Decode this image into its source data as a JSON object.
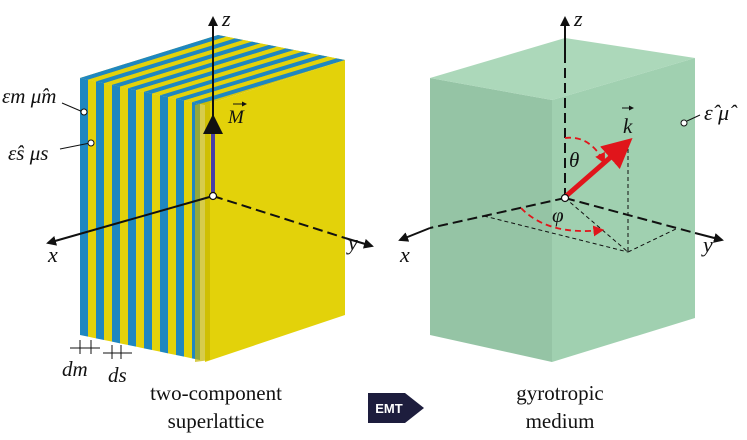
{
  "left": {
    "z_label": "z",
    "x_label": "x",
    "y_label": "y",
    "m_label": "M",
    "layer_m_label": "εm μ̂m",
    "layer_s_label": "ε̂s μs",
    "dm_label": "dm",
    "ds_label": "ds"
  },
  "right": {
    "z_label": "z",
    "x_label": "x",
    "y_label": "y",
    "k_label": "k",
    "theta_label": "θ",
    "phi_label": "φ",
    "tensor_label": "ε̂ μ̂"
  },
  "emt": {
    "label": "EMT"
  },
  "captions": {
    "left_line1": "two-component",
    "left_line2": "superlattice",
    "right_line1": "gyrotropic",
    "right_line2": "medium"
  },
  "colors": {
    "magnetic_layer": "#1f87c0",
    "semiconductor_layer": "#e3d20a",
    "gyrotropic_medium": "#8fc4a1",
    "wave_vector": "#e0151b",
    "magnetization": "#4a3fa5"
  }
}
